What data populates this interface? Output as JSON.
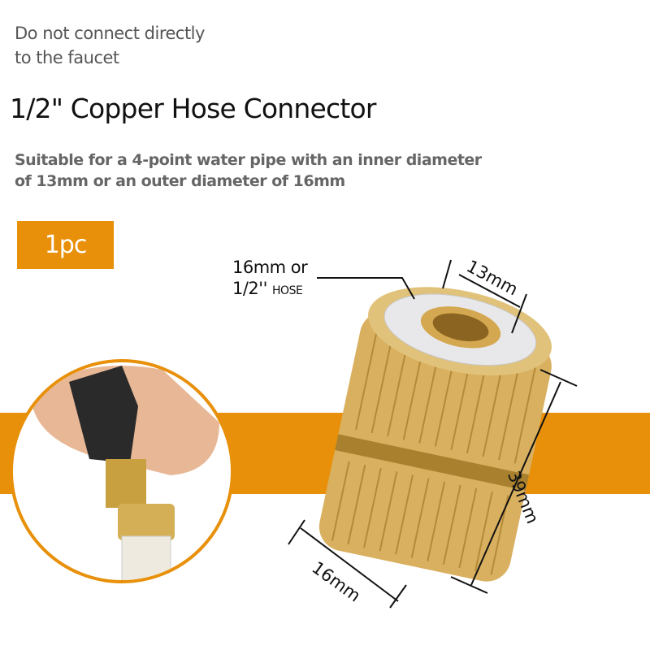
{
  "note": {
    "line1": "Do not connect directly",
    "line2": "to the faucet"
  },
  "title": "1/2\" Copper Hose Connector",
  "subtitle": {
    "line1": "Suitable for a 4-point water pipe with an inner diameter",
    "line2": "of 13mm or an outer diameter of 16mm"
  },
  "quantity_badge": "1pc",
  "labels": {
    "hose_size": "16mm or",
    "hose_size_2": "1/2''",
    "hose_word": "HOSE",
    "inner": "13mm",
    "length": "39mm",
    "outer": "16mm"
  },
  "colors": {
    "accent": "#E8900A",
    "brass": "#D9B060"
  }
}
